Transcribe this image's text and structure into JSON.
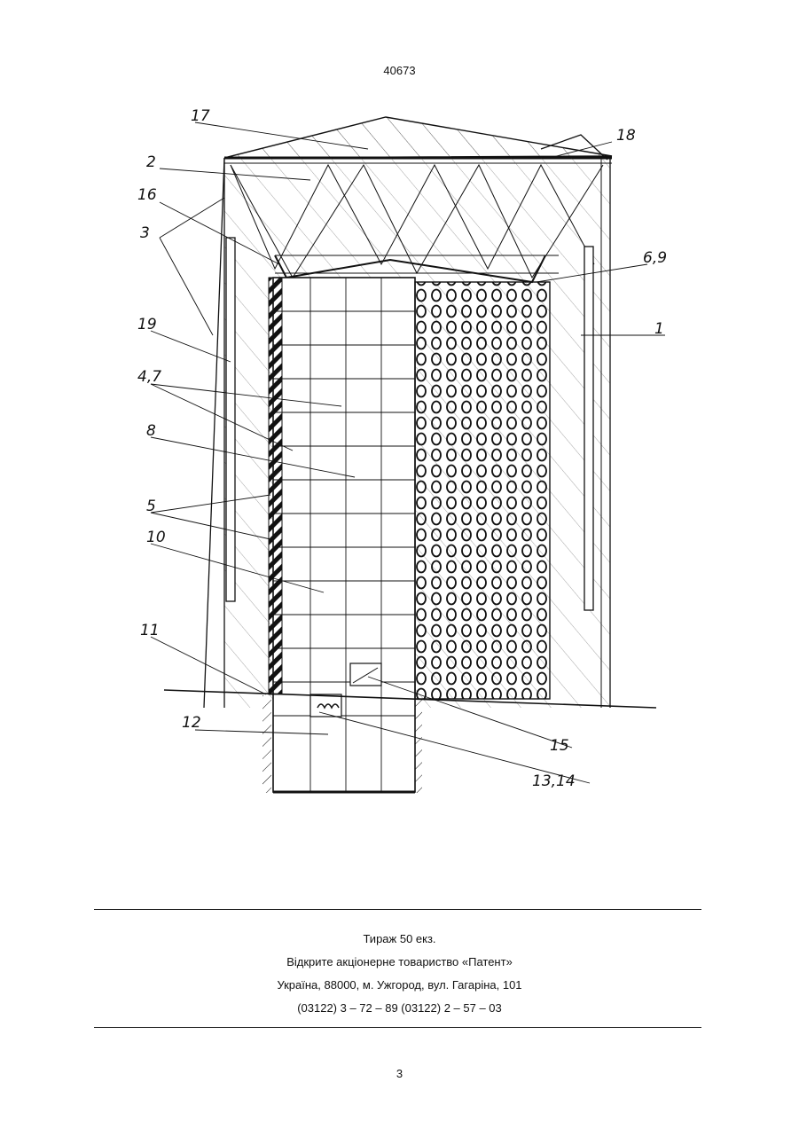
{
  "header": {
    "doc_number": "40673"
  },
  "figure": {
    "callouts": [
      "17",
      "18",
      "2",
      "16",
      "3",
      "6,9",
      "1",
      "19",
      "4,7",
      "8",
      "5",
      "10",
      "11",
      "12",
      "15",
      "13,14"
    ]
  },
  "imprint": {
    "line1": "Тираж 50 екз.",
    "line2": "Відкрите акціонерне товариство «Патент»",
    "line3": "Україна, 88000, м. Ужгород, вул. Гагаріна, 101",
    "line4": "(03122) 3 – 72 – 89   (03122) 2 – 57 – 03"
  },
  "footer": {
    "page_number": "3"
  }
}
